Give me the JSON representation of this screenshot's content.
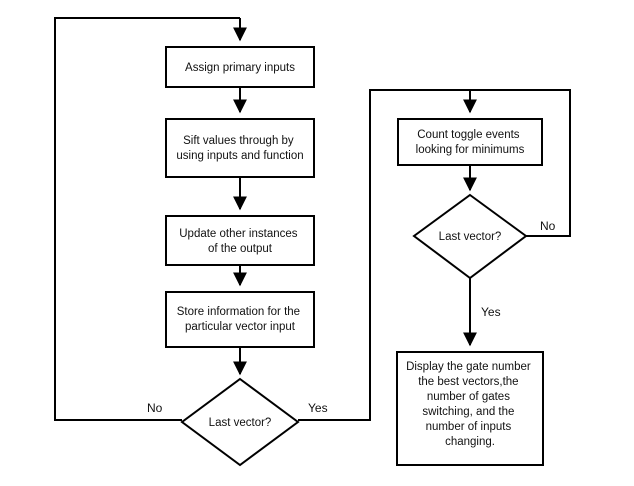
{
  "diagram": {
    "colors": {
      "stroke": "#000000",
      "fill": "#ffffff",
      "text": "#111111"
    },
    "left_column": {
      "assign_inputs": [
        "Assign primary inputs"
      ],
      "sift_values": [
        "Sift values through by",
        "using inputs and function"
      ],
      "update_instances": [
        "Update other instances",
        "of the output"
      ],
      "store_info": [
        "Store information for the",
        "particular vector input"
      ],
      "decision": [
        "Last vector?"
      ]
    },
    "right_column": {
      "count_toggle": [
        "Count toggle events",
        "looking for minimums"
      ],
      "decision": [
        "Last vector?"
      ],
      "display_results": [
        "Display the gate number",
        "the best vectors,the",
        "number of gates",
        "switching, and the",
        "number of inputs",
        "changing."
      ]
    },
    "edge_labels": {
      "left_no": "No",
      "left_yes": "Yes",
      "right_no": "No",
      "right_yes": "Yes"
    }
  }
}
